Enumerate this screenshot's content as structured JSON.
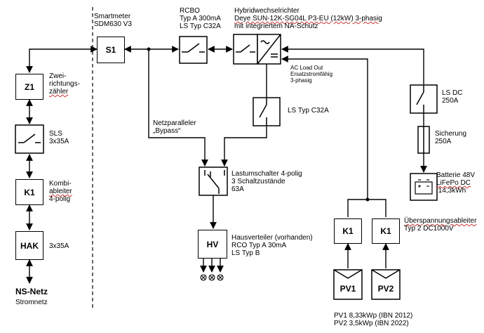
{
  "boxes": {
    "s1": "S1",
    "z1": "Z1",
    "k1_left": "K1",
    "hak": "HAK",
    "hv": "HV",
    "k1_pv1": "K1",
    "k1_pv2": "K1",
    "pv1": "PV1",
    "pv2": "PV2"
  },
  "labels": {
    "smartmeter": "Smartmeter\nSDM630 V3",
    "rcbo_title": "RCBO\nTyp A 300mA\nLS Typ C32A",
    "inverter_title": "Hybridwechselrichter",
    "inverter_model": "Deye SUN-12K-SG04L P3-EU (12kW) 3-phasig",
    "inverter_note": "mit integriertem NA-Schutz",
    "ac_load_out": "AC Load Out\nErsatzstromfähig\n3-phasig",
    "ls_c32a": "LS Typ C32A",
    "netzparalleler": "Netzparalleler\n„Bypass“",
    "lastumschalter": "Lastumschalter 4-polig\n3 Schaltzustände\n63A",
    "hausverteiler": "Hausverteiler (vorhanden)\nRCO Typ A 30mA\nLS Typ B",
    "ls_dc": "LS DC\n250A",
    "sicherung": "Sicherung\n250A",
    "batterie_line1": "Batterie 48V",
    "batterie_line2": "LiFePo DC",
    "batterie_line3": " 14,3kWh",
    "ueberspannung_line1": "Überspannungsableiter",
    "ueberspannung_line2": "Typ 2 DC1000V",
    "pv_info": "PV1 8,33kWp (IBN 2012)\nPV2 3,5kWp (IBN 2022)",
    "zwei_line1": "Zwei-",
    "zwei_line2": "richtungs-",
    "zwei_line3": "zähler",
    "sls": "SLS\n3x35A",
    "kombi_line1": "Kombi-",
    "kombi_line2": "ableiter",
    "kombi_line3": "4-polig",
    "hak_rating": "3x35A",
    "ns_netz": "NS-Netz",
    "stromnetz": "Stromnetz"
  }
}
